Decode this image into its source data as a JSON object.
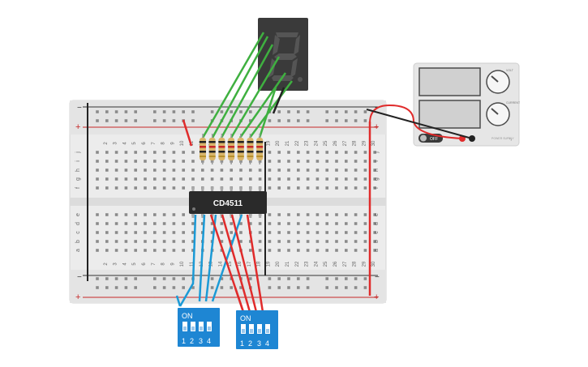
{
  "breadboard": {
    "column_numbers": [
      "2",
      "3",
      "4",
      "5",
      "6",
      "7",
      "8",
      "9",
      "10",
      "11",
      "12",
      "13",
      "14",
      "15",
      "16",
      "17",
      "18",
      "19",
      "20",
      "21",
      "22",
      "23",
      "24",
      "25",
      "26",
      "27",
      "28",
      "29",
      "30"
    ],
    "top_row_letters": [
      "j",
      "i",
      "h",
      "g",
      "f"
    ],
    "bottom_row_letters": [
      "e",
      "d",
      "c",
      "b",
      "a"
    ],
    "rail_plus": "+",
    "rail_minus": "−"
  },
  "ic": {
    "label": "CD4511"
  },
  "seven_segment": {
    "digit": "8",
    "lit": false
  },
  "dip_switches": [
    {
      "label": "ON",
      "positions": [
        "1",
        "2",
        "3",
        "4"
      ]
    },
    {
      "label": "ON",
      "positions": [
        "1",
        "2",
        "3",
        "4"
      ]
    }
  ],
  "power_supply": {
    "switch_label": "OFF",
    "knob_labels": [
      "VOLT",
      "CURRENT"
    ],
    "brand": "POWER SUPPLY"
  },
  "colors": {
    "wire_green": "#3fb040",
    "wire_red": "#e02b2b",
    "wire_blue": "#1b9ad6",
    "wire_black": "#222222",
    "dip_blue": "#1e86d3",
    "breadboard": "#eeeeee"
  }
}
